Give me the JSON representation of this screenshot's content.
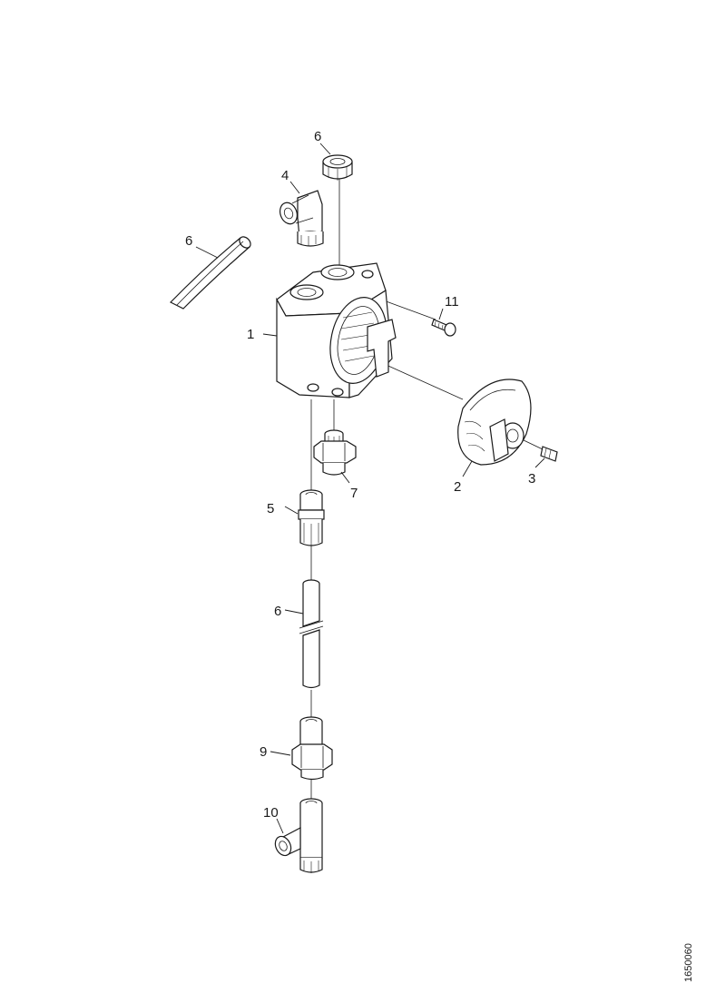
{
  "callouts": {
    "c1": "1",
    "c2": "2",
    "c3": "3",
    "c4": "4",
    "c5": "5",
    "c6_top": "6",
    "c6_hose": "6",
    "c6_tube": "6",
    "c7": "7",
    "c9": "9",
    "c10": "10",
    "c11": "11"
  },
  "drawing_id": "1650060"
}
